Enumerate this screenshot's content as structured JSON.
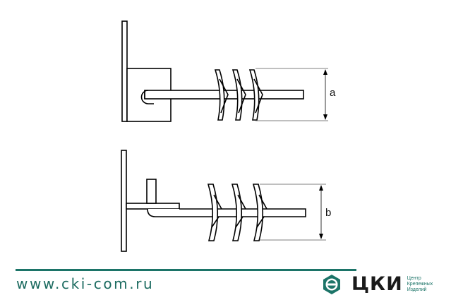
{
  "diagram": {
    "top_view": {
      "dimension_label": "a"
    },
    "side_view": {
      "dimension_label": "b"
    }
  },
  "footer": {
    "url": "www.cki-com.ru",
    "accent_color": "#1c7468",
    "logo": {
      "icon": "hexagon-logo-icon",
      "name": "ЦКИ",
      "subtitle": [
        "Центр",
        "Крепежных",
        "Изделий"
      ]
    }
  }
}
